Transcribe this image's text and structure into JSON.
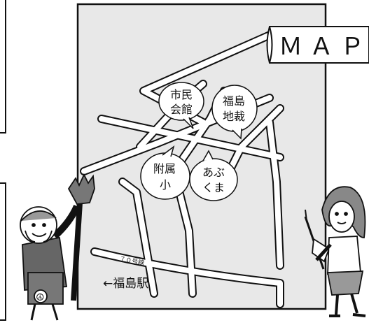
{
  "title": "ＭＡＰ",
  "route_label": "７０号線",
  "station": "←福島駅",
  "places": {
    "city_hall": [
      "市民",
      "会館"
    ],
    "court": [
      "福島",
      "地裁"
    ],
    "school": [
      "附属",
      "小"
    ],
    "abukuma": [
      "あぶ",
      "くま"
    ]
  },
  "badge": "☮",
  "colors": {
    "ink": "#111111",
    "road": "#ffffff",
    "block": "#e6e6e6",
    "shirt": "#555555"
  }
}
